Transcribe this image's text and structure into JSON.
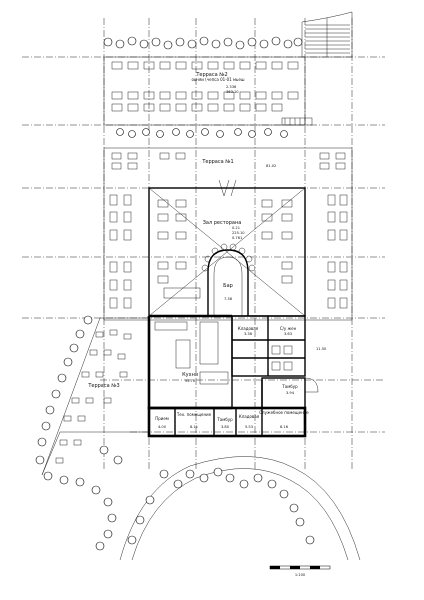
{
  "rooms": {
    "terrace2": {
      "name": "Терраса №2",
      "sub": "оьняи (чепса 01-01 мьеш",
      "area": "2.336",
      "area2": "363.10"
    },
    "terrace1": {
      "name": "Терраса №1",
      "area": "81.02"
    },
    "hall": {
      "name": "Зал ресторана",
      "area": "0.21",
      "area_b": "225.10",
      "area_c": "0.761"
    },
    "bar": {
      "name": "Бар",
      "area": "7.38"
    },
    "kitchen": {
      "name": "Кухня",
      "area": "55.70"
    },
    "pantry": {
      "name": "Кладовая",
      "area": "3.38"
    },
    "wc": {
      "name": "С/у жен",
      "area": "3.63"
    },
    "terrace3": {
      "name": "Терраса №3"
    },
    "receiving": {
      "name": "Прием",
      "area": "4.00"
    },
    "tech": {
      "name": "Тех. помещение",
      "area": "8.11"
    },
    "storage": {
      "name": "Кладовая",
      "area": "5.53"
    },
    "tambour": {
      "name": "Тамбур",
      "area": "3.80"
    },
    "staff": {
      "name": "Служебное помещение",
      "area": "8.16"
    },
    "vestibule": {
      "name": "Тамбур",
      "area": "3.94"
    },
    "right_area": {
      "area": "11.50"
    }
  },
  "legend": {
    "scale": "1:100"
  }
}
